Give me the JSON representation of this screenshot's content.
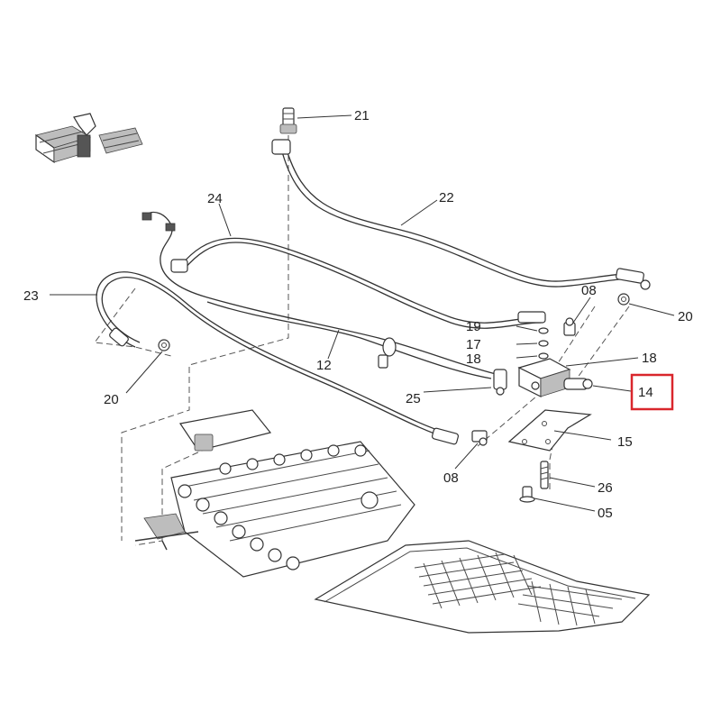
{
  "labels": {
    "p21": "21",
    "p22": "22",
    "p24": "24",
    "p23": "23",
    "p08a": "08",
    "p20a": "20",
    "p19": "19",
    "p17": "17",
    "p18a": "18",
    "p18b": "18",
    "p12": "12",
    "p14": "14",
    "p20b": "20",
    "p25": "25",
    "p15": "15",
    "p08b": "08",
    "p26": "26",
    "p05": "05"
  },
  "colors": {
    "highlight": "#d9262c",
    "line": "#333333"
  },
  "highlighted_part": "14"
}
